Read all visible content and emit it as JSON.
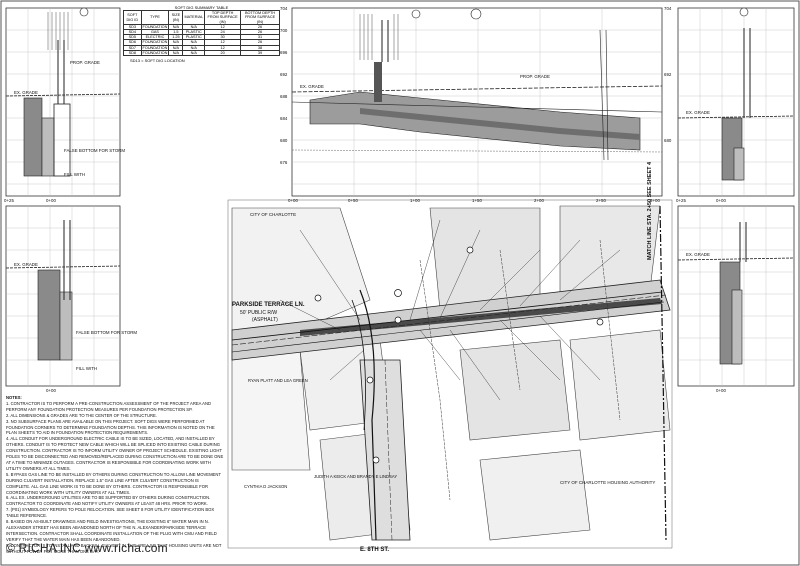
{
  "soft_dig_table": {
    "title": "SOFT DIG SUMMARY TABLE",
    "headers": [
      "SOFT DIG ID",
      "TYPE",
      "SIZE (IN)",
      "MATERIAL",
      "TOP DEPTH FROM SURFACE (IN)",
      "BOTTOM DEPTH FROM SURFACE (IN)"
    ],
    "rows": [
      [
        "SD3",
        "FOUNDATION",
        "N/A",
        "N/A",
        "12",
        "26"
      ],
      [
        "SD4",
        "GAS",
        "1.5",
        "PLASTIC",
        "24",
        "26"
      ],
      [
        "SD5",
        "ELECTRIC",
        "1.25",
        "PLASTIC",
        "30",
        "31"
      ],
      [
        "SD6",
        "FOUNDATION",
        "N/A",
        "N/A",
        "12",
        "26"
      ],
      [
        "SD7",
        "FOUNDATION",
        "N/A",
        "N/A",
        "12",
        "38"
      ],
      [
        "SD8",
        "FOUNDATION",
        "N/A",
        "N/A",
        "20",
        "39"
      ]
    ],
    "legend": "SD13 = SOFT DIG LOCATION"
  },
  "plan_labels": {
    "street_name": "PARKSIDE TERRACE LN.",
    "street_row": "50' PUBLIC R/W",
    "street_surface": "(ASPHALT)",
    "cross_street": "E. 8TH ST.",
    "owner_top": "CITY OF CHARLOTTE",
    "owner_bottom_right": "CITY OF CHARLOTTE HOUSING AUTHORITY",
    "match_line": "MATCH LINE STA. 2+50 SEE SHEET 4",
    "owner_left": "RYAN PLATT AND LEA GREEN",
    "owner_lower_left": "JUDITH A KEICK AND BRANDY E LINDSAY",
    "owner_lower_left2": "CYNTHIA D JACKSON"
  },
  "profile_labels": {
    "ex_grade": "EX. GRADE",
    "prop_grade": "PROP. GRADE",
    "false_bottom": "FALSE BOTTOM FOR STORM",
    "fill_with": "FILL WITH",
    "stations_main": [
      "0+00",
      "0+50",
      "1+00",
      "1+50",
      "2+00",
      "2+50",
      "3+00"
    ],
    "elevations": [
      "704",
      "700",
      "696",
      "692",
      "688",
      "684",
      "680",
      "676"
    ],
    "stations_left": [
      "0+00",
      "0+25"
    ],
    "stations_right": [
      "0+00",
      "0+25"
    ]
  },
  "notes": {
    "heading": "NOTES:",
    "items": [
      "1. CONTRACTOR IS TO PERFORM A PRE-CONSTRUCTION ASSESSMENT OF THE PROJECT AREA AND PERFORM ANY FOUNDATION PROTECTION MEASURES PER FOUNDATION PROTECTION SP.",
      "2. ALL DIMENSIONS & GRADES ARE TO THE CENTER OF THE STRUCTURE.",
      "3. NO SUBSURFACE PLANS ARE AVAILABLE ON THIS PROJECT. SOFT DIGS WERE PERFORMED AT FOUNDATION CORNERS TO DETERMINE FOUNDATION DEPTHS. THIS INFORMATION IS NOTED ON THE PLAN SHEETS TO AID IN FOUNDATION PROTECTION REQUIREMENTS.",
      "4. ALL CONDUIT FOR UNDERGROUND ELECTRIC CABLE IS TO BE SIZED, LOCATED, AND INSTALLED BY OTHERS. CONDUIT IS TO PROTECT NEW CABLE WHICH WILL BE SPLICED INTO EXISTING CABLE DURING CONSTRUCTION. CONTRACTOR IS TO INFORM UTILITY OWNER OF PROJECT SCHEDULE. EXISTING LIGHT POLES TO BE DISCONNECTED AND REMOVED/REPLACED DURING CONSTRUCTION ARE TO BE DONE ONE AT A TIME TO MINIMIZE OUTAGES. CONTRACTOR IS RESPONSIBLE FOR COORDINATING WORK WITH UTILITY OWNERS AT ALL TIMES.",
      "5. BYPASS GAS LINE TO BE INSTALLED BY OTHERS DURING CONSTRUCTION TO ALLOW LINE MOVEMENT DURING CULVERT INSTALLATION. REPLACE 1.5\" GAS LINE AFTER CULVERT CONSTRUCTION IS COMPLETE. ALL GAS LINE WORK IS TO BE DONE BY OTHERS. CONTRACTOR IS RESPONSIBLE FOR COORDINATING WORK WITH UTILITY OWNERS AT ALL TIMES.",
      "6. ALL EX. UNDERGROUND UTILITIES ARE TO BE SUPPORTED BY OTHERS DURING CONSTRUCTION. CONTRACTOR TO COORDINATE AND NOTIFY UTILITY OWNERS AT LEAST 48 HRS. PRIOR TO WORK.",
      "7. (P01) SYMBOLOGY REFERS TO POLE RELOCATION. SEE SHEET 8 FOR UTILITY IDENTIFICATION BOX TABLE REFERENCE.",
      "8. BASED ON AS-BUILT DRAWINGS AND FIELD INVESTIGATIONS, THE EXISTING 6\" WATER MAIN IN N. ALEXANDER STREET HAS BEEN ABANDONED NORTH OF THE N. ALEXANDER/PARKSIDE TERRACE INTERSECTION. CONTRACTOR SHALL COORDINATE INSTALLATION OF THE PLUG WITH CMU AND FIELD VERIFY THAT THE WATER MAIN HAS BEEN ABANDONED.",
      "9. CONTRACTOR IS TO INSTALL AND BACKFILL CULVERT IN THIS AREA SO THAT HOUSING UNITS ARE NOT WITHOUT POWER FOR MORE THAN ONE DAY."
    ]
  },
  "copyright": "© RICHA INC www.richa.com"
}
